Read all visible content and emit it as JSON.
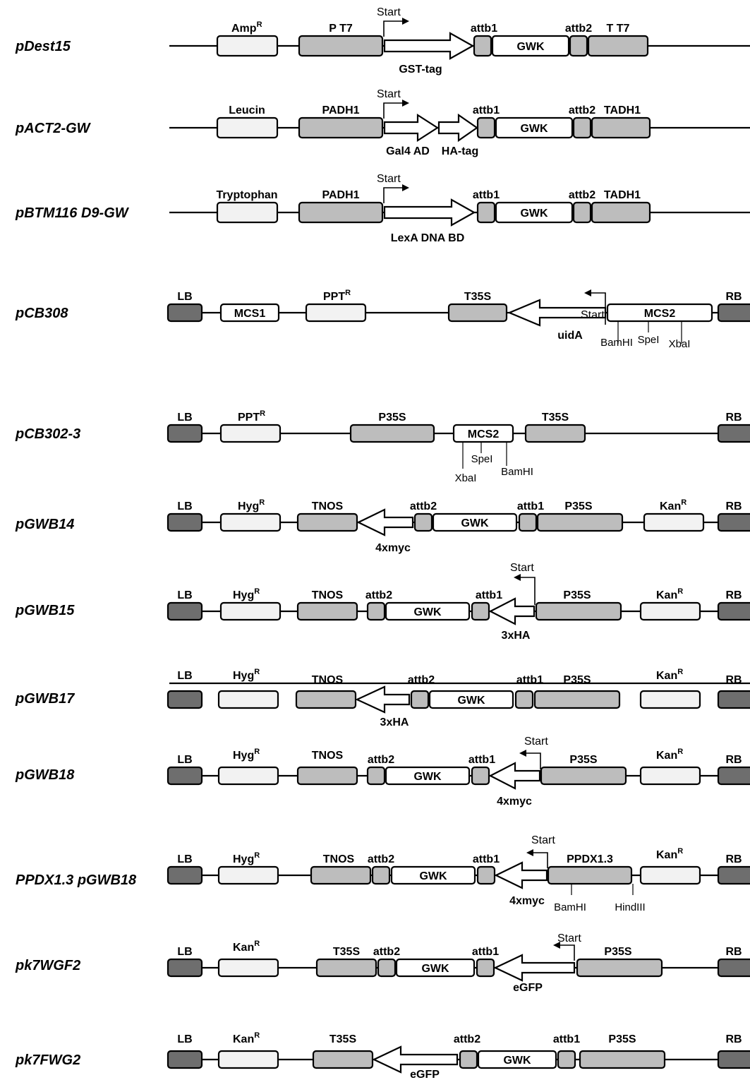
{
  "colors": {
    "line": "#000000",
    "dark_box": "#6e6e6e",
    "mid_box": "#bdbdbd",
    "light_box": "#f2f2f2",
    "white_box": "#ffffff"
  },
  "icons": {
    "promoter_start": "bent-arrow-icon",
    "tag": "block-arrow-icon"
  },
  "vectors": [
    {
      "name": "pDest15",
      "elements": [
        "Amp^R",
        "P T7",
        "GST-tag",
        "attb1",
        "GWK",
        "attb2",
        "T T7"
      ],
      "start_label": "Start"
    },
    {
      "name": "pACT2-GW",
      "elements": [
        "Leucin",
        "PADH1",
        "Gal4 AD",
        "HA-tag",
        "attb1",
        "GWK",
        "attb2",
        "TADH1"
      ],
      "start_label": "Start"
    },
    {
      "name": "pBTM116 D9-GW",
      "elements": [
        "Tryptophan",
        "PADH1",
        "LexA DNA BD",
        "attb1",
        "GWK",
        "attb2",
        "TADH1"
      ],
      "start_label": "Start"
    },
    {
      "name": "pCB308",
      "elements": [
        "LB",
        "MCS1",
        "PPT^R",
        "T35S",
        "uidA",
        "MCS2",
        "RB"
      ],
      "start_label": "Start",
      "sites": [
        "BamHI",
        "SpeI",
        "XbaI"
      ]
    },
    {
      "name": "pCB302-3",
      "elements": [
        "LB",
        "PPT^R",
        "P35S",
        "MCS2",
        "T35S",
        "RB"
      ],
      "sites": [
        "XbaI",
        "SpeI",
        "BamHI"
      ]
    },
    {
      "name": "pGWB14",
      "elements": [
        "LB",
        "Hyg^R",
        "TNOS",
        "4xmyc",
        "attb2",
        "GWK",
        "attb1",
        "P35S",
        "Kan^R",
        "RB"
      ]
    },
    {
      "name": "pGWB15",
      "elements": [
        "LB",
        "Hyg^R",
        "TNOS",
        "attb2",
        "GWK",
        "attb1",
        "3xHA",
        "P35S",
        "Kan^R",
        "RB"
      ],
      "start_label": "Start"
    },
    {
      "name": "pGWB17",
      "elements": [
        "LB",
        "Hyg^R",
        "TNOS",
        "3xHA",
        "attb2",
        "GWK",
        "attb1",
        "P35S",
        "Kan^R",
        "RB"
      ]
    },
    {
      "name": "pGWB18",
      "elements": [
        "LB",
        "Hyg^R",
        "TNOS",
        "attb2",
        "GWK",
        "attb1",
        "4xmyc",
        "P35S",
        "Kan^R",
        "RB"
      ],
      "start_label": "Start"
    },
    {
      "name": "PPDX1.3 pGWB18",
      "elements": [
        "LB",
        "Hyg^R",
        "TNOS",
        "attb2",
        "GWK",
        "attb1",
        "4xmyc",
        "PPDX1.3",
        "Kan^R",
        "RB"
      ],
      "start_label": "Start",
      "sites": [
        "BamHI",
        "HindIII"
      ]
    },
    {
      "name": "pk7WGF2",
      "elements": [
        "LB",
        "Kan^R",
        "T35S",
        "attb2",
        "GWK",
        "attb1",
        "eGFP",
        "P35S",
        "RB"
      ],
      "start_label": "Start"
    },
    {
      "name": "pk7FWG2",
      "elements": [
        "LB",
        "Kan^R",
        "T35S",
        "eGFP",
        "attb2",
        "GWK",
        "attb1",
        "P35S",
        "RB"
      ]
    }
  ]
}
